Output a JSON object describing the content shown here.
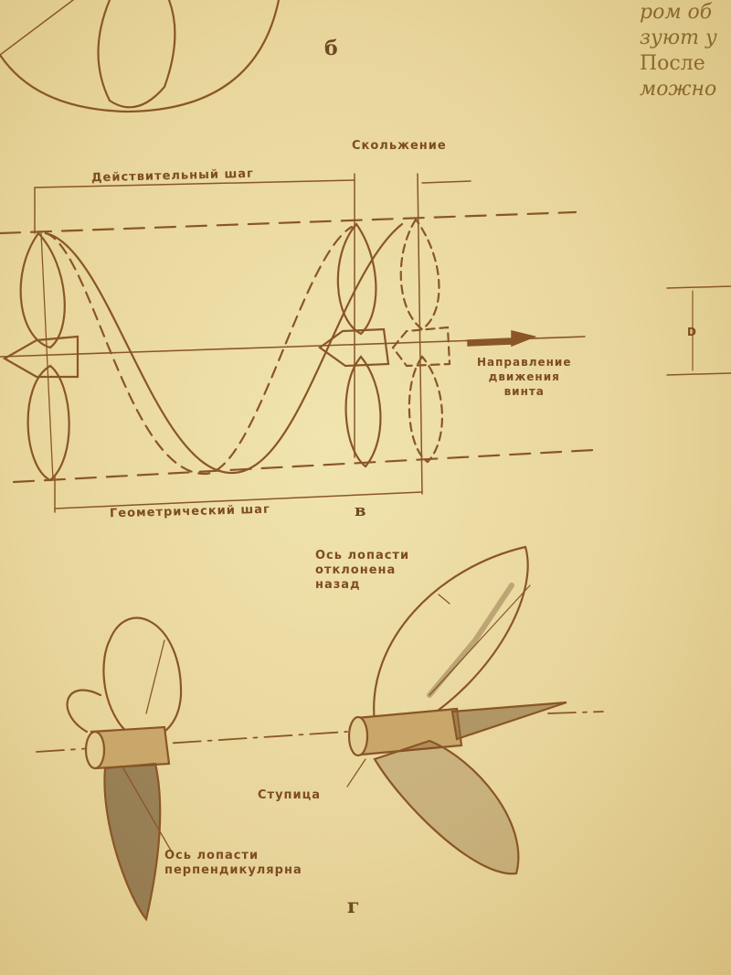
{
  "figure_labels": {
    "b": "б",
    "v": "в",
    "g": "г"
  },
  "pitch_diagram": {
    "effective_pitch": "Действительный шаг",
    "slip": "Скольжение",
    "geometric_pitch": "Геометрический шаг",
    "direction": [
      "Направление",
      "движения",
      "винта"
    ]
  },
  "side_dimension": "D",
  "propeller_views": {
    "blade_axis_back": [
      "Ось лопасти",
      "отклонена",
      "назад"
    ],
    "hub": "Ступица",
    "blade_axis_perp": [
      "Ось лопасти",
      "перпендикулярна"
    ]
  },
  "page_text_fragments": [
    "ром об",
    "зуют у",
    "После",
    "можно"
  ],
  "colors": {
    "paper": "#ead9a0",
    "ink": "#7e4c20"
  }
}
